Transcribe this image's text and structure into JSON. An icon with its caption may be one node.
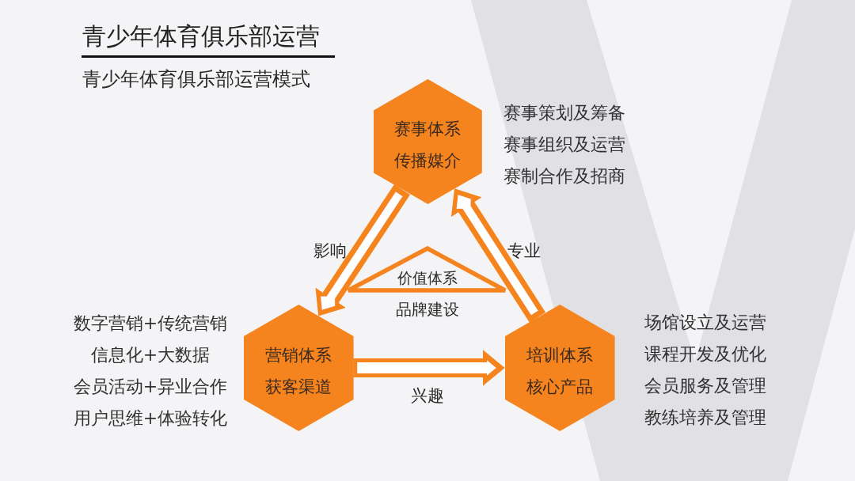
{
  "diagram": {
    "title": "青少年体育俱乐部运营",
    "nodes": [
      {
        "text": [
          "赛事体系",
          "传播媒介"
        ],
        "beside": [
          "赛事策划及筹备",
          "赛事组织及运营",
          "赛制合作及招商"
        ]
      },
      {
        "text": [
          "营销体系",
          "获客渠道"
        ],
        "beside": [
          "数字营销+传统营销",
          "信息化+大数据",
          "会员活动+异业合作",
          "用户思维+体验转化"
        ]
      },
      {
        "text": [
          "培训体系",
          "核心产品"
        ],
        "beside": [
          "场馆设立及运营",
          "课程开发及优化",
          "会员服务及管理",
          "教练培养及管理"
        ]
      },
      {
        "text": [
          "价值体系",
          "品牌建设"
        ]
      }
    ],
    "edges": [
      {
        "from": 0,
        "to": 1,
        "arrow": "to",
        "label": "影响"
      },
      {
        "from": 2,
        "to": 0,
        "arrow": "to",
        "label": "专业"
      },
      {
        "from": 1,
        "to": 2,
        "arrow": "to",
        "label": "兴趣"
      }
    ],
    "labels": [
      "青少年体育俱乐部运营模式"
    ]
  }
}
